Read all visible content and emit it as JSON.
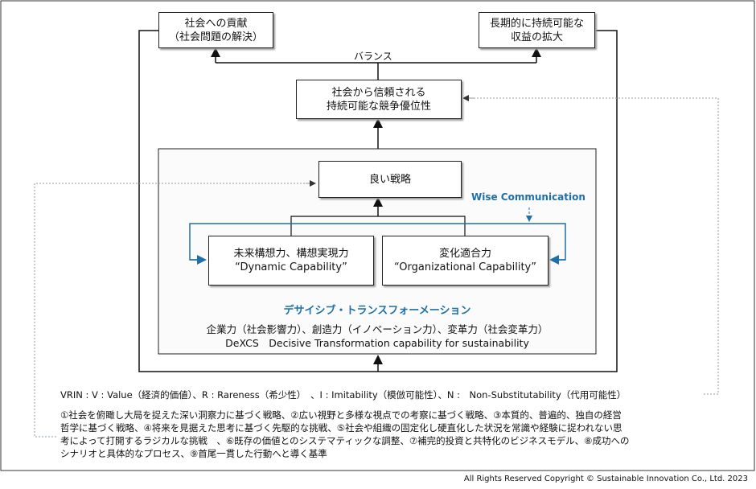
{
  "top_left": {
    "line1": "社会への貢献",
    "line2": "（社会問題の解決）"
  },
  "top_right": {
    "line1": "長期的に持続可能な",
    "line2": "収益の拡大"
  },
  "balance_label": "バランス",
  "advantage": {
    "line1": "社会から信頼される",
    "line2": "持続可能な競争優位性"
  },
  "good_strategy": "良い戦略",
  "wise_communication": "Wise Communication",
  "dynamic": {
    "line1": "未来構想力、構想実現力",
    "line2": "“Dynamic Capability”"
  },
  "organizational": {
    "line1": "変化適合力",
    "line2": "“Organizational Capability”"
  },
  "transformation": {
    "title": "デサイシブ・トランスフォーメーション",
    "line1": "企業力（社会影響力）、創造力（イノベーション力）、変革力（社会変革力）",
    "line2": "DeXCS　Decisive Transformation capability for sustainability"
  },
  "vrin": "VRIN : V : Value（経済的価値）、R : Rareness（希少性）　、I : Imitability（模倣可能性）、N :　Non-Substitutability（代用可能性）",
  "criteria": [
    "①社会を俯瞰し大局を捉えた深い洞察力に基づく戦略、②広い視野と多様な視点での考察に基づく戦略、③本質的、普遍的、独自の経営",
    "哲学に基づく戦略、④将来を見据えた思考に基づく先駆的な挑戦、⑤社会や組織の固定化し硬直化した状況を常識や経験に捉われない思",
    "考によって打開するラジカルな挑戦　、⑥既存の価値とのシステマティックな調整、⑦補完的投資と共特化のビジネスモデル、⑧成功への",
    "シナリオと具体的なプロセス、⑨首尾一貫した行動へと導く基準"
  ],
  "copyright": "All Rights Reserved Copyright © Sustainable Innovation Co., Ltd. 2023",
  "colors": {
    "accent_blue": "#1f6fa8",
    "dashed_gray": "#8a9aa8"
  }
}
